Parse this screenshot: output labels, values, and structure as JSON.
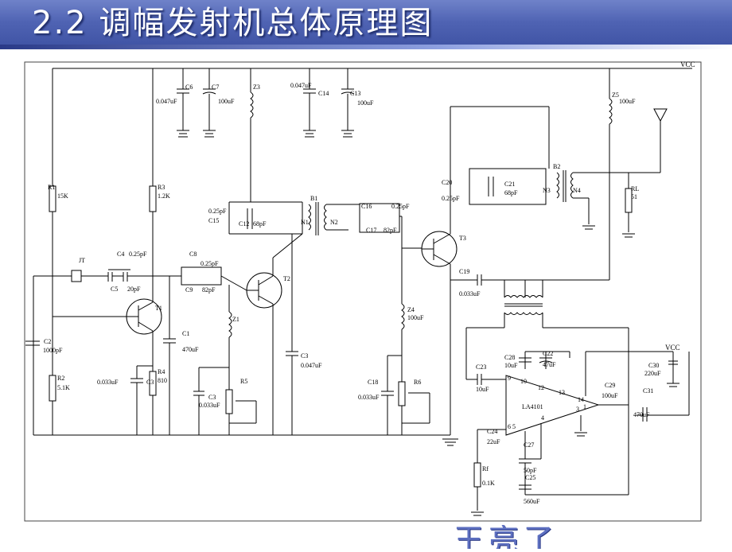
{
  "slide": {
    "title": "2.2  调幅发射机总体原理图",
    "bottom_text": "王亮了"
  },
  "colors": {
    "title_bg": "#4f63b3",
    "title_text": "#ffffff",
    "wire": "#000000"
  },
  "circuit": {
    "vcc_top": "VCC",
    "vcc_right": "VCC",
    "ic_label": "LA4101",
    "components": {
      "c6": "C6",
      "c6_val": "0.047uF",
      "c7": "C7",
      "c7_val": "100uF",
      "z3": "Z3",
      "c14": "C14",
      "c14_val": "0.047uF",
      "c13": "C13",
      "c13_val": "100uF",
      "z5": "Z5",
      "z5_val": "100uF",
      "r1": "R1",
      "r1_val": "15K",
      "r3": "R3",
      "r3_val": "1.2K",
      "b1": "B1",
      "n1": "N1",
      "n2": "N2",
      "c15_val": "0.25pF",
      "c15": "C15",
      "c12": "C12",
      "c12_val": "68pF",
      "c16": "C16",
      "c16_val": "0.25pF",
      "c17": "C17",
      "c17_val": "82pF",
      "c20": "C20",
      "c20_val": "0.25pF",
      "c21": "C21",
      "c21_val": "68pF",
      "b2": "B2",
      "n3": "N3",
      "n4": "N4",
      "rl": "RL",
      "rl_val": "51",
      "t3": "T3",
      "jt": "JT",
      "c4": "C4",
      "c4_val": "0.25pF",
      "c5": "C5",
      "c5_val": "20pF",
      "c8": "C8",
      "c8_val": "0.25pF",
      "c9": "C9",
      "c9_val": "82pF",
      "t2": "T2",
      "t1": "T1",
      "c19": "C19",
      "c19_val": "0.033uF",
      "c2": "C2",
      "c2_val": "1000pF",
      "c1": "C1",
      "c1_val": "470uF",
      "z1": "Z1",
      "z4": "Z4",
      "z4_val": "100uF",
      "r2": "R2",
      "r2_val": "5.1K",
      "r4": "R4",
      "r4_val": "810",
      "c_small": "0.033uF",
      "c_small_lbl": "C3",
      "c3": "C3",
      "c3_val": "0.033uF",
      "r5": "R5",
      "c3b": "C3",
      "c3b_val": "0.047uF",
      "c18": "C18",
      "c18_val": "0.033uF",
      "r6": "R6",
      "c28": "C28",
      "c28_val": "10uF",
      "c22": "C22",
      "c22_val": "47uF",
      "c23": "C23",
      "c23_val": "10uF",
      "c30": "C30",
      "c30_val": "220uF",
      "c29": "C29",
      "c29_val": "100uF",
      "c31": "C31",
      "c31_val": "470uF",
      "c24": "C24",
      "c24_val": "22uF",
      "c27": "C27",
      "c27_val": "50pF",
      "c25": "C25",
      "c25_val": "560uF",
      "rf": "Rf",
      "rf_val": "0.1K",
      "pin9": "9",
      "pin10": "10",
      "pin12": "12",
      "pin13": "13",
      "pin14": "14",
      "pin1": "1",
      "pin3": "3",
      "pin4": "4",
      "pin65": "6 5"
    }
  }
}
